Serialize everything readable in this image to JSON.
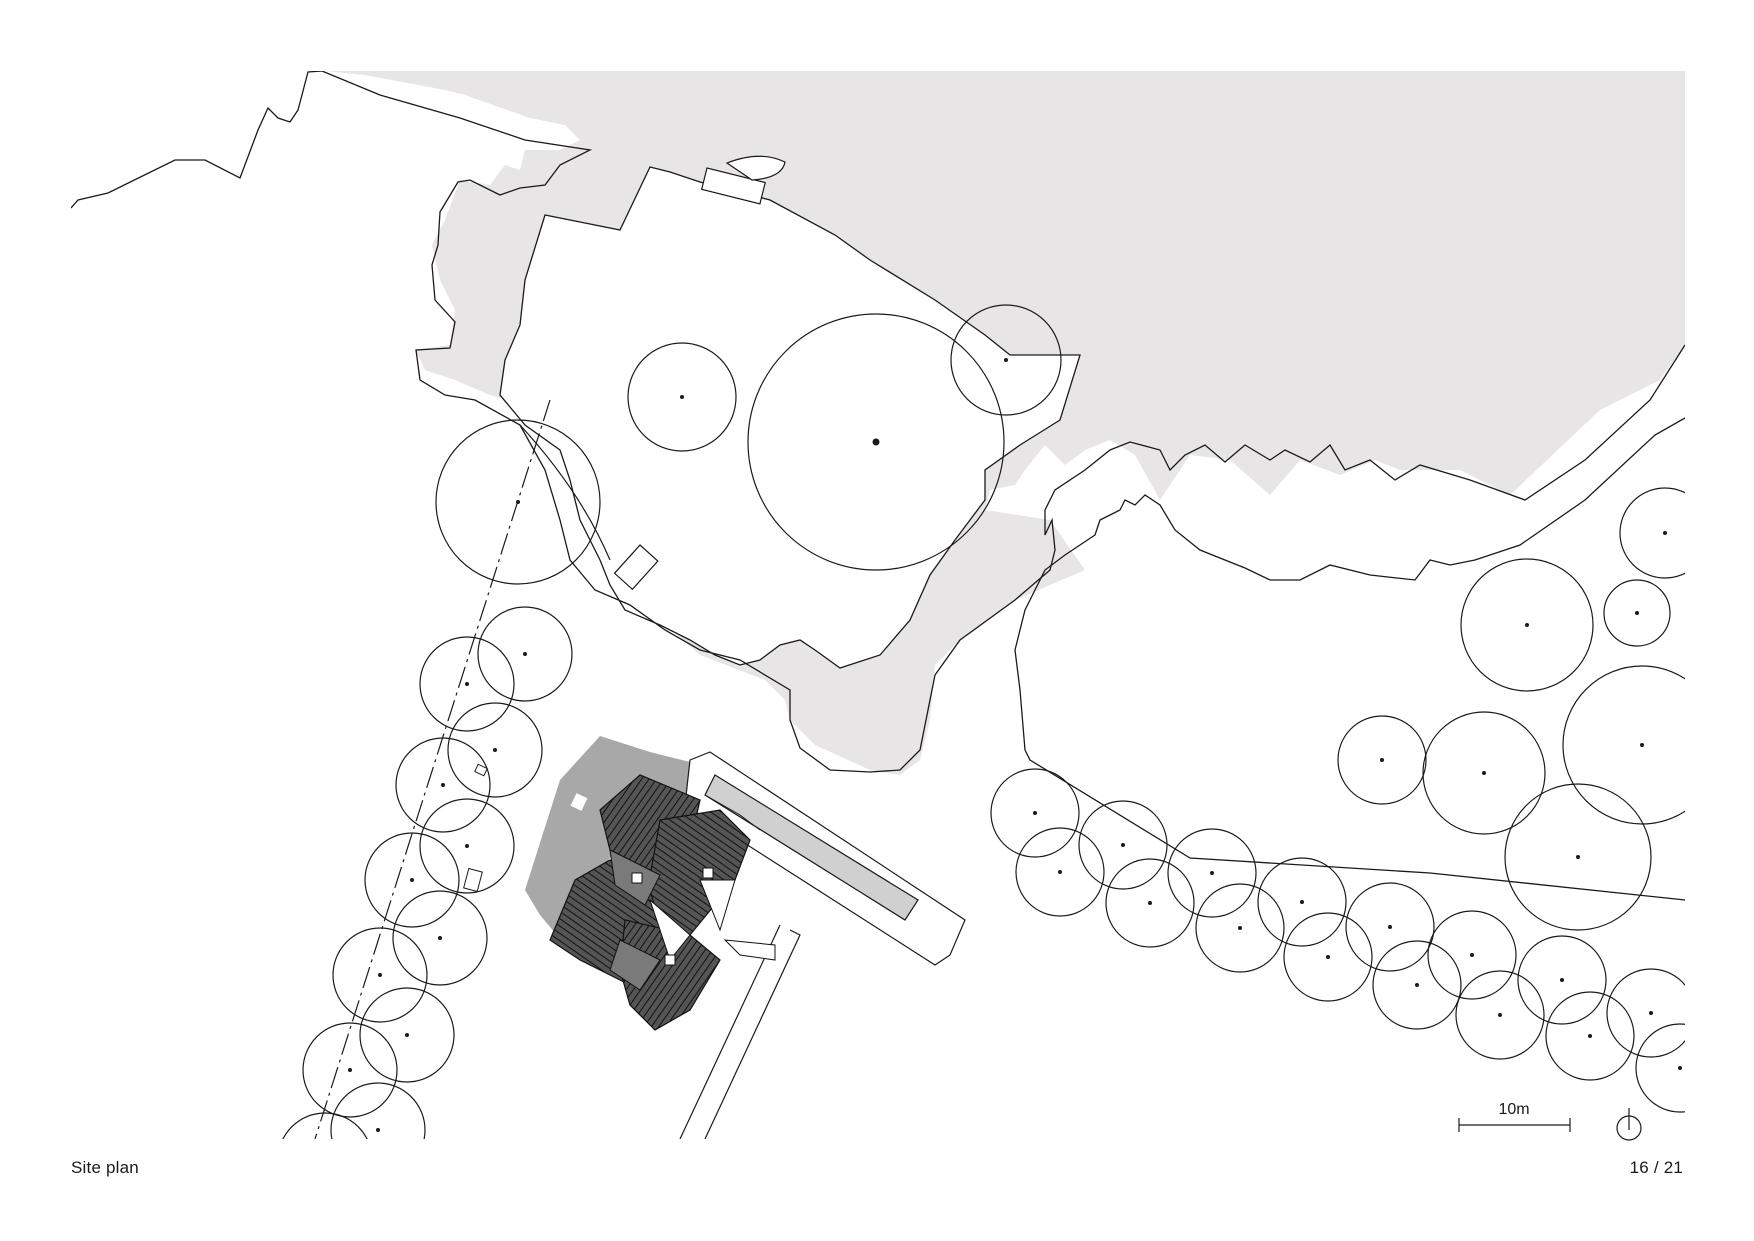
{
  "caption": "Site plan",
  "page_number": "16 / 21",
  "scale_bar": {
    "label": "10m"
  },
  "icons": {
    "north_arrow": "north-arrow-icon"
  },
  "colors": {
    "water": "#e8e5e6",
    "line": "#1a1a1a",
    "roof": "#3a3a3a",
    "shadow": "#a8a8a8"
  }
}
